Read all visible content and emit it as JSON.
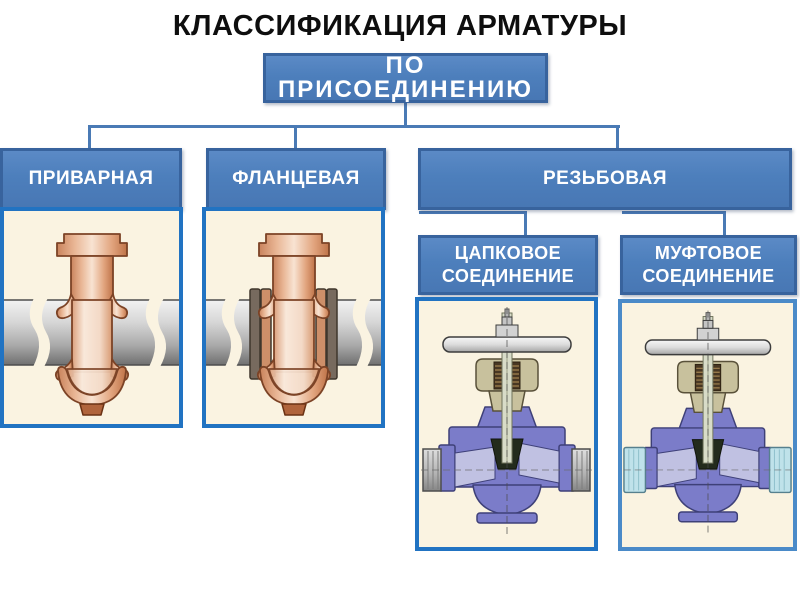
{
  "title": "КЛАССИФИКАЦИЯ АРМАТУРЫ",
  "root": {
    "line1": "ПО",
    "line2": "ПРИСОЕДИНЕНИЮ"
  },
  "branches": [
    {
      "label": "ПРИВАРНАЯ",
      "illustration": "welded-tee-valve-cross-section"
    },
    {
      "label": "ФЛАНЦЕВАЯ",
      "illustration": "flanged-tee-valve-cross-section"
    },
    {
      "label": "РЕЗЬБОВАЯ"
    }
  ],
  "sub_branches": [
    {
      "line1": "ЦАПКОВОЕ",
      "line2": "СОЕДИНЕНИЕ",
      "illustration": "spigot-threaded-globe-valve-cross-section"
    },
    {
      "line1": "МУФТОВОЕ",
      "line2": "СОЕДИНЕНИЕ",
      "illustration": "socket-coupling-globe-valve-cross-section"
    }
  ],
  "colors": {
    "box_fill": "#4d7fbc",
    "box_border": "#38639d",
    "box_text": "#ffffff",
    "connector": "#4a7ab5",
    "panel_border": "#2173c2",
    "panel_border_light": "#4a8ac8",
    "panel_background": "#faf3e1",
    "title_text": "#0e0e0e",
    "copper_body": "#e2a57f",
    "steel_pipe": "#c4c4c4",
    "valve_body_blue": "#7b7cc9",
    "bonnet_tan": "#c8c19d",
    "seat_dark": "#232b1c",
    "coupling_cyan": "#bfe2ea"
  }
}
